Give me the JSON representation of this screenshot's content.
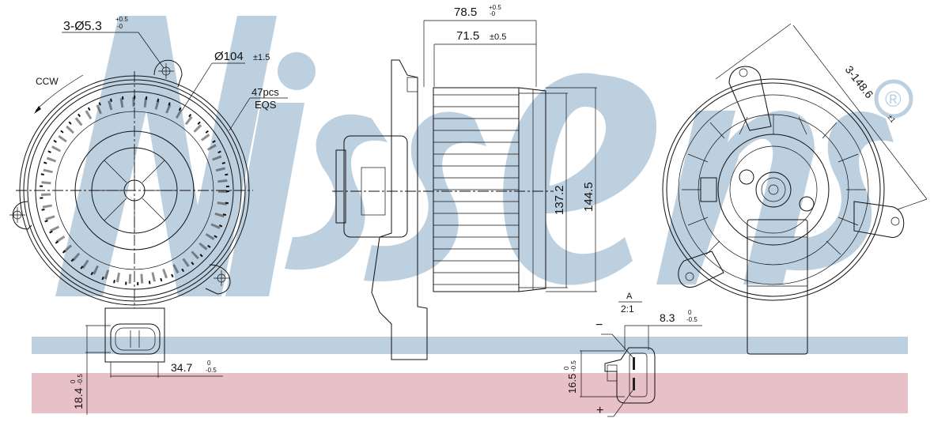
{
  "watermark": {
    "brand_text": "Nissens",
    "registered_mark": "®",
    "watermark_color": "#bdd0df",
    "band_blue_color": "#bdd0df",
    "band_pink_color": "#e8c0c8"
  },
  "front_view": {
    "mount_holes_label": "3-Ø5.3",
    "mount_holes_tol_upper": "+0.5",
    "mount_holes_tol_lower": "-0",
    "diameter_label": "Ø104",
    "diameter_tol": "±1.5",
    "rotation_label": "CCW",
    "blades_count_label": "47pcs",
    "blades_spacing_label": "EQS",
    "connector_width_label": "34.7",
    "connector_width_tol_upper": "0",
    "connector_width_tol_lower": "-0.5",
    "connector_height_label": "18.4",
    "connector_height_tol_upper": "0",
    "connector_height_tol_lower": "-0.5"
  },
  "side_view": {
    "overall_length_label": "78.5",
    "overall_length_tol_upper": "+0.5",
    "overall_length_tol_lower": "-0",
    "wheel_length_label": "71.5",
    "wheel_length_tol": "±0.5",
    "wheel_height_label": "137.2",
    "housing_height_label": "144.5"
  },
  "detail_a": {
    "detail_label": "A",
    "scale_label": "2:1",
    "width_label": "8.3",
    "width_tol_upper": "0",
    "width_tol_lower": "-0.5",
    "height_label": "16.5",
    "height_tol_upper": "0",
    "height_tol_lower": "-0.5",
    "minus_terminal": "−",
    "plus_terminal": "+"
  },
  "rear_view": {
    "mount_spacing_label": "3-148.6",
    "mount_spacing_tol": "±1"
  }
}
